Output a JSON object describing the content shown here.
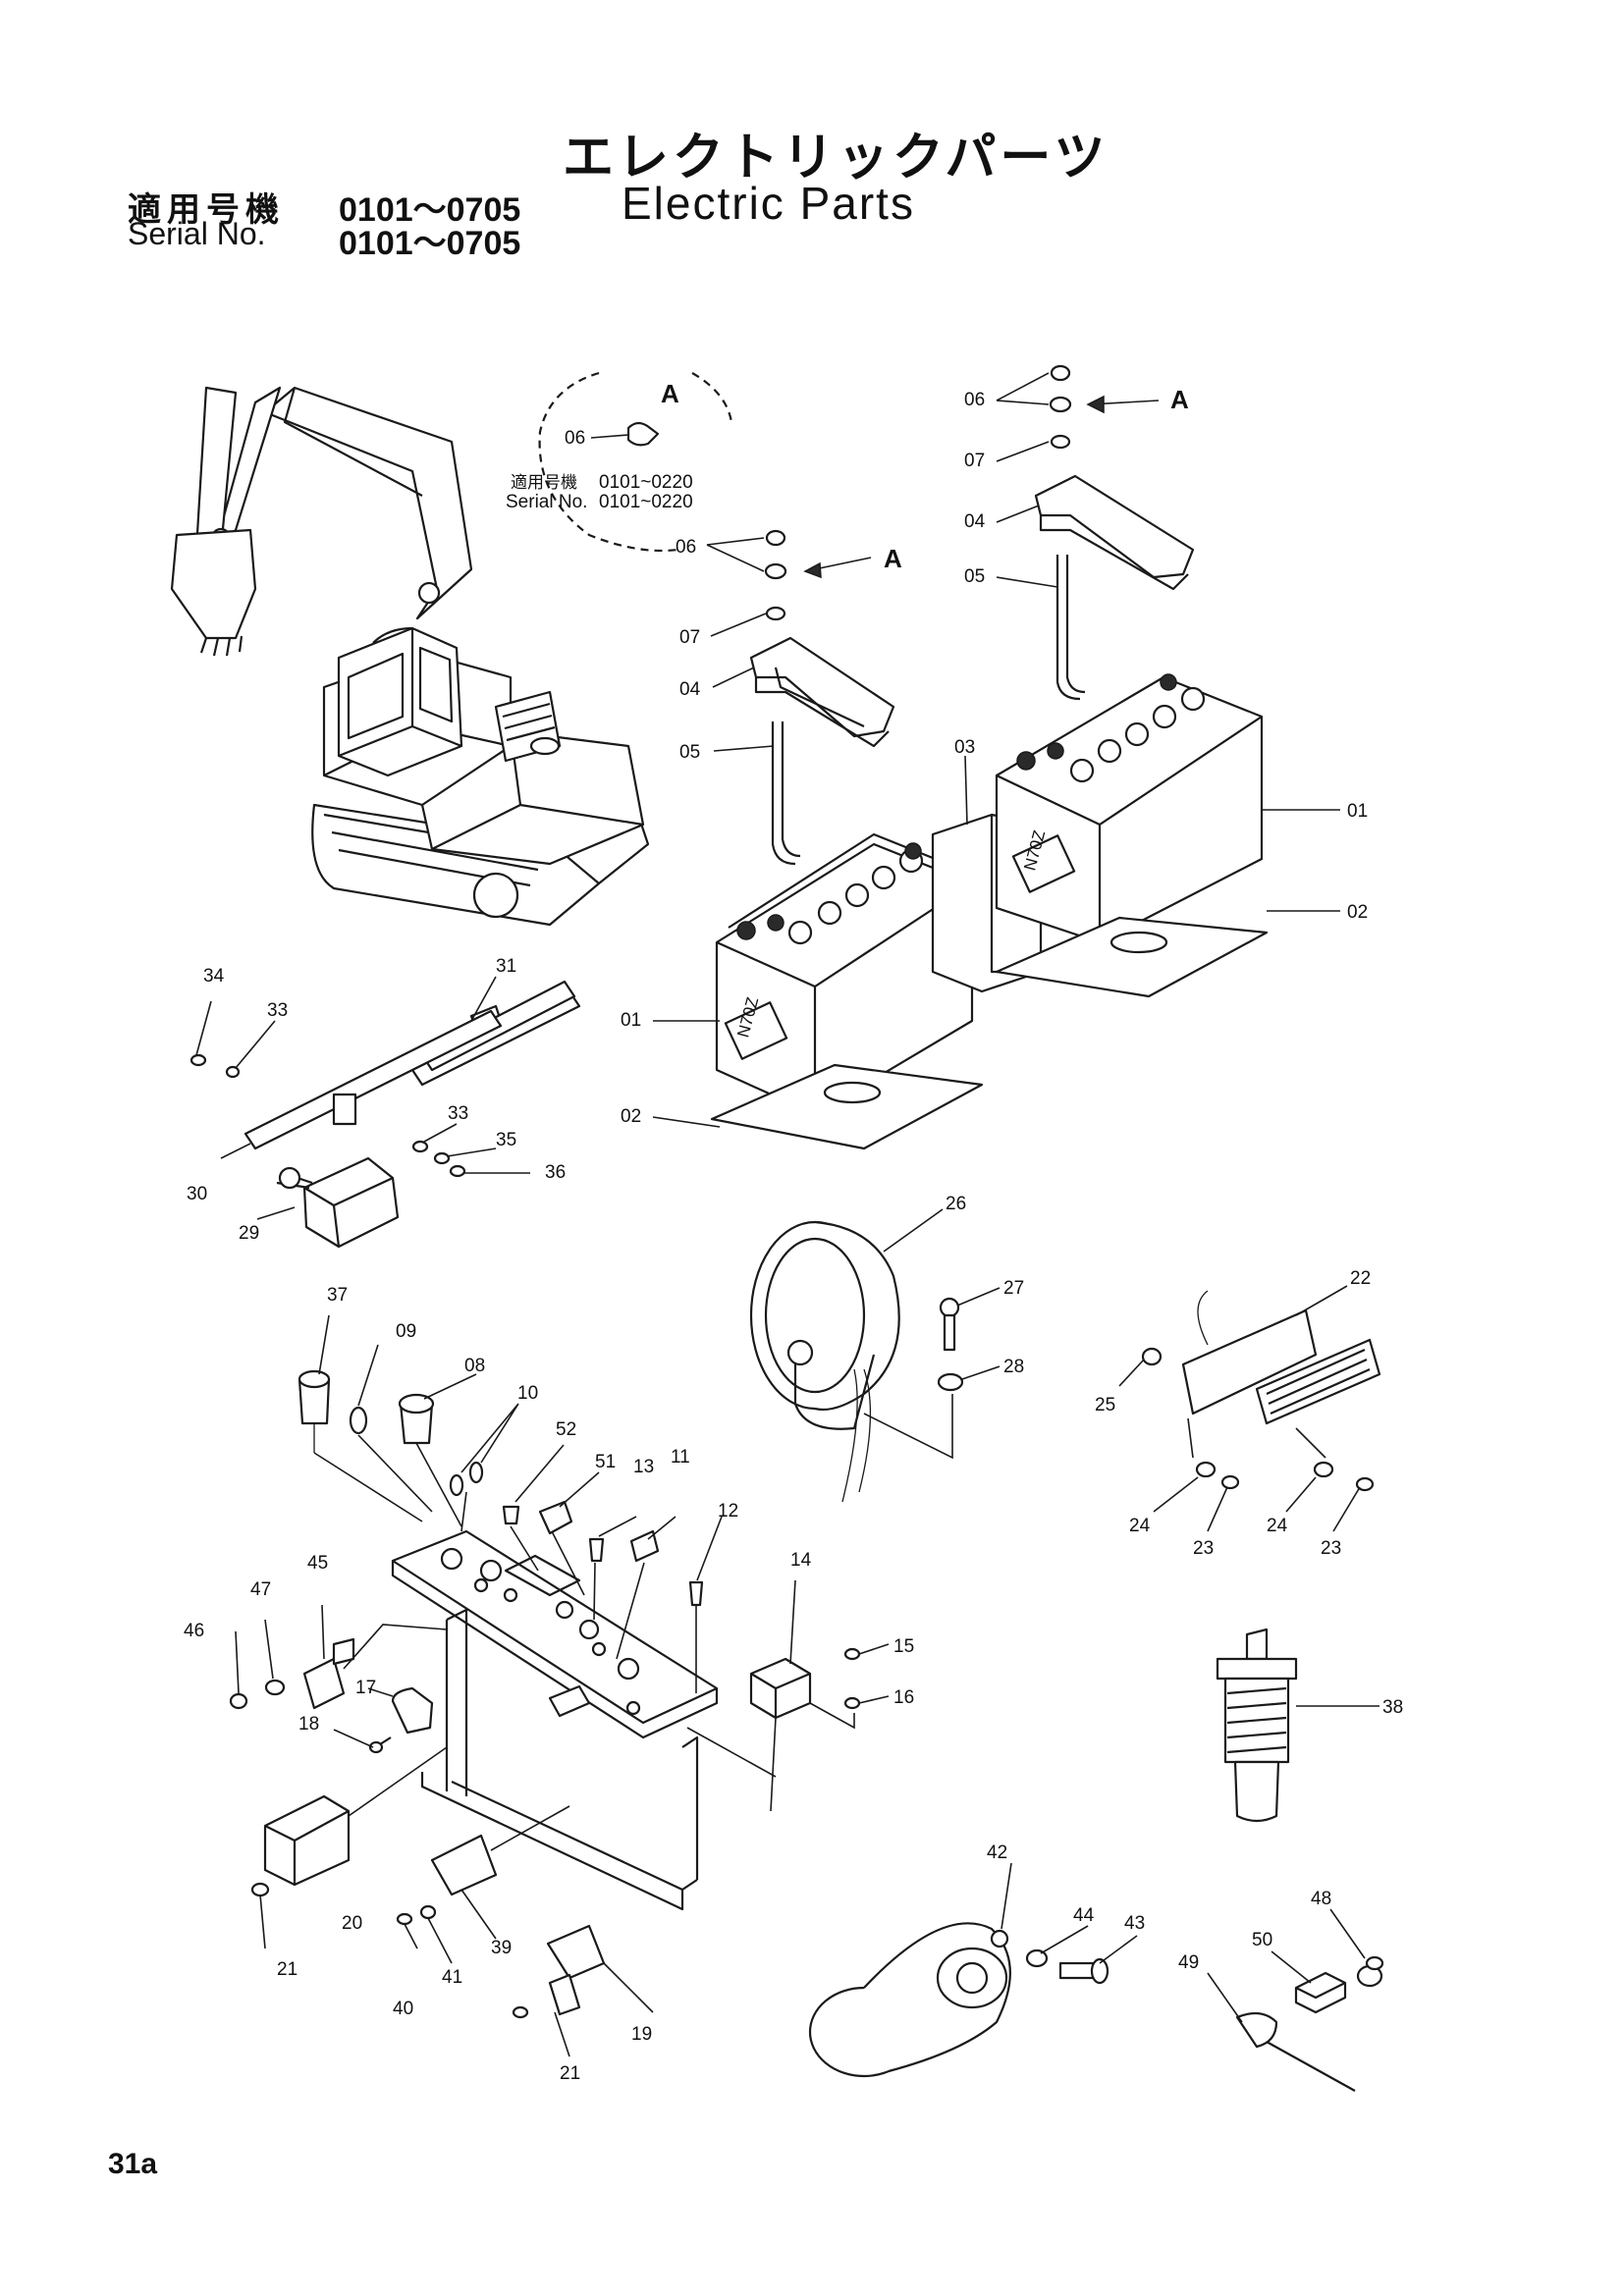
{
  "header": {
    "title_jp": "エレクトリックパーツ",
    "title_en": "Electric Parts",
    "serial_jp_label": "適用号機",
    "serial_jp_range": "0101～0705",
    "serial_en_label": "Serial No.",
    "serial_en_range": "0101～0705"
  },
  "detail_a": {
    "letter": "A",
    "part": "06",
    "serial_jp_label": "適用号機",
    "serial_jp_range": "0101~0220",
    "serial_en_label": "Serial No.",
    "serial_en_range": "0101~0220"
  },
  "callouts": {
    "arrow_a": "A",
    "p01": "01",
    "p02": "02",
    "p03": "03",
    "p04": "04",
    "p05": "05",
    "p06": "06",
    "p07": "07",
    "p08": "08",
    "p09": "09",
    "p10": "10",
    "p11": "11",
    "p12": "12",
    "p13": "13",
    "p14": "14",
    "p15": "15",
    "p16": "16",
    "p17": "17",
    "p18": "18",
    "p19": "19",
    "p20": "20",
    "p21": "21",
    "p22": "22",
    "p23": "23",
    "p24": "24",
    "p25": "25",
    "p26": "26",
    "p27": "27",
    "p28": "28",
    "p29": "29",
    "p30": "30",
    "p31": "31",
    "p33": "33",
    "p34": "34",
    "p35": "35",
    "p36": "36",
    "p37": "37",
    "p38": "38",
    "p39": "39",
    "p40": "40",
    "p41": "41",
    "p42": "42",
    "p43": "43",
    "p44": "44",
    "p45": "45",
    "p46": "46",
    "p47": "47",
    "p48": "48",
    "p49": "49",
    "p50": "50",
    "p51": "51",
    "p52": "52"
  },
  "battery_label": "N70Z",
  "page_number": "31a"
}
